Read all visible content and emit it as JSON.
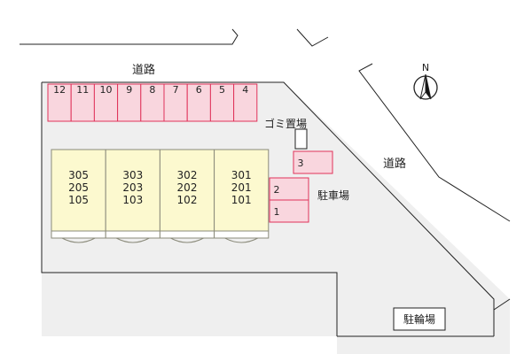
{
  "labels": {
    "road_top": "道路",
    "road_right": "道路",
    "garbage": "ゴミ置場",
    "parking": "駐車場",
    "bicycle": "駐輪場",
    "compass": "N"
  },
  "parking_row": [
    "12",
    "11",
    "10",
    "9",
    "8",
    "7",
    "6",
    "5",
    "4"
  ],
  "parking_side": [
    "3",
    "2",
    "1"
  ],
  "buildings": [
    {
      "top": "305",
      "mid": "205",
      "bottom": "105"
    },
    {
      "top": "303",
      "mid": "203",
      "bottom": "103"
    },
    {
      "top": "302",
      "mid": "202",
      "bottom": "102"
    },
    {
      "top": "301",
      "mid": "201",
      "bottom": "101"
    }
  ],
  "colors": {
    "lot": "#efefef",
    "parking_fill": "#f9d6de",
    "parking_stroke": "#e0335a",
    "building_fill": "#fcf9cf",
    "building_stroke": "#8a8a7a",
    "line": "#222222"
  }
}
